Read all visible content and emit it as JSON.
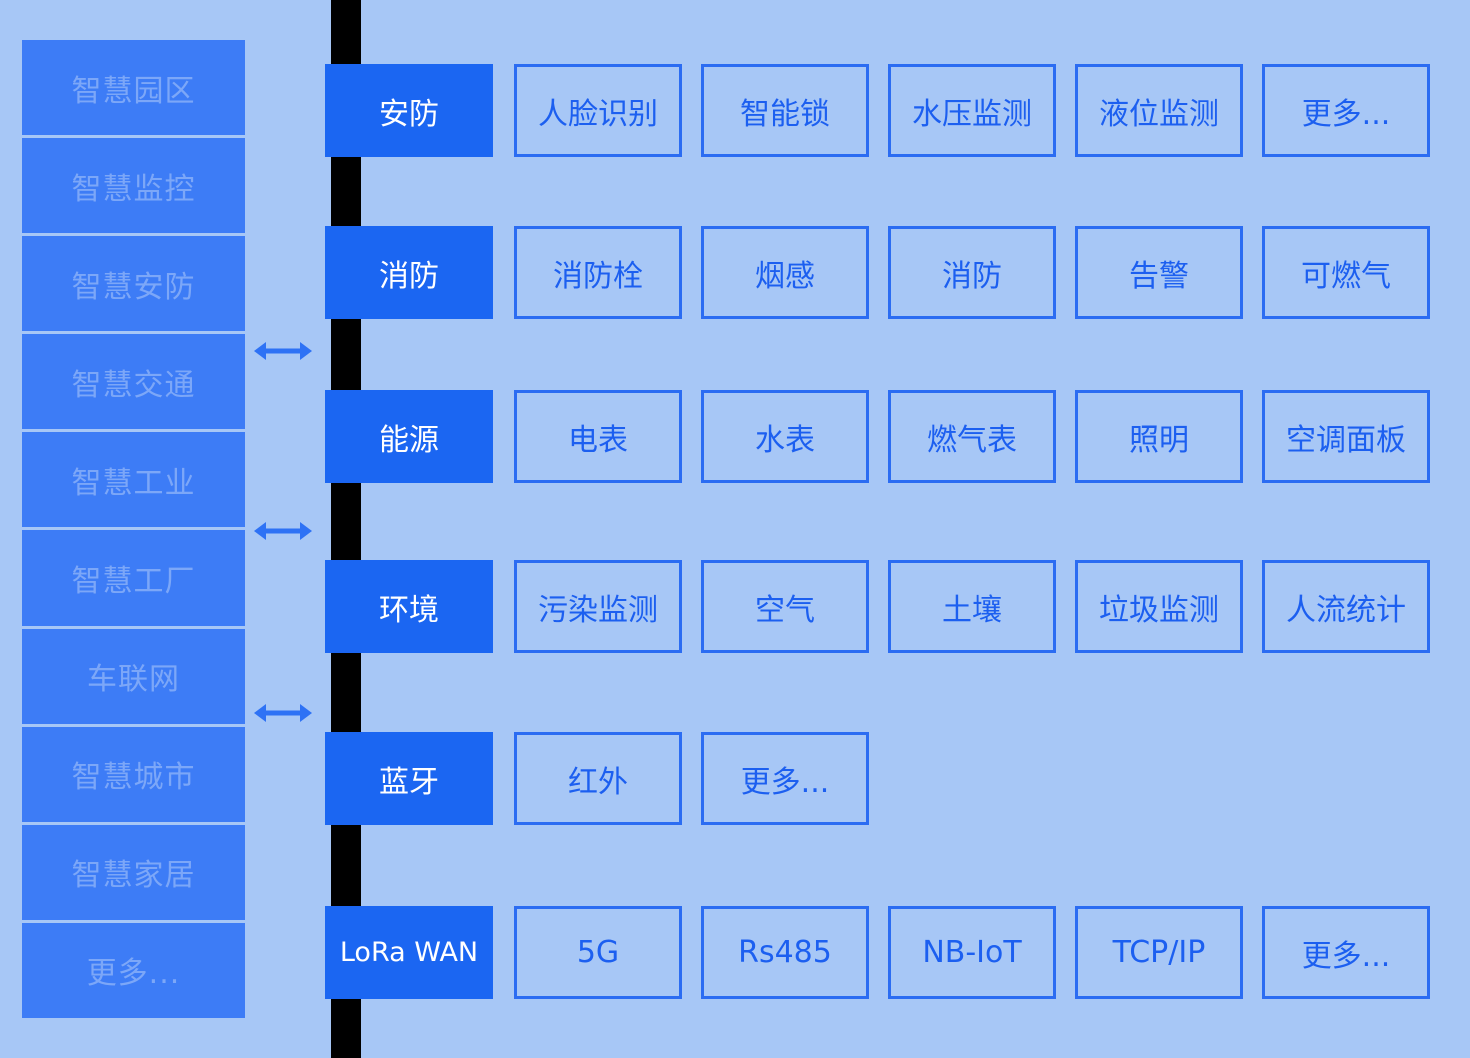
{
  "colors": {
    "page_background": "#A7C7F6",
    "sidebar_box": "#3D7CF6",
    "sidebar_text": "#7CA7F8",
    "header_box": "#1B66F2",
    "header_text": "#FFFFFF",
    "item_border": "#2B6CF2",
    "item_text": "#1C5FF0",
    "backbone_bar": "#000000",
    "arrow": "#2E72F5"
  },
  "sidebar": {
    "items": [
      {
        "label": "智慧园区"
      },
      {
        "label": "智慧监控"
      },
      {
        "label": "智慧安防"
      },
      {
        "label": "智慧交通"
      },
      {
        "label": "智慧工业"
      },
      {
        "label": "智慧工厂"
      },
      {
        "label": "车联网"
      },
      {
        "label": "智慧城市"
      },
      {
        "label": "智慧家居"
      },
      {
        "label": "更多..."
      }
    ]
  },
  "rows": [
    {
      "header": "安防",
      "items": [
        "人脸识别",
        "智能锁",
        "水压监测",
        "液位监测",
        "更多..."
      ]
    },
    {
      "header": "消防",
      "items": [
        "消防栓",
        "烟感",
        "消防",
        "告警",
        "可燃气"
      ]
    },
    {
      "header": "能源",
      "items": [
        "电表",
        "水表",
        "燃气表",
        "照明",
        "空调面板"
      ]
    },
    {
      "header": "环境",
      "items": [
        "污染监测",
        "空气",
        "土壤",
        "垃圾监测",
        "人流统计"
      ]
    },
    {
      "header": "蓝牙",
      "items": [
        "红外",
        "更多..."
      ]
    },
    {
      "header": "LoRa WAN",
      "items": [
        "5G",
        "Rs485",
        "NB-IoT",
        "TCP/IP",
        "更多..."
      ]
    }
  ]
}
